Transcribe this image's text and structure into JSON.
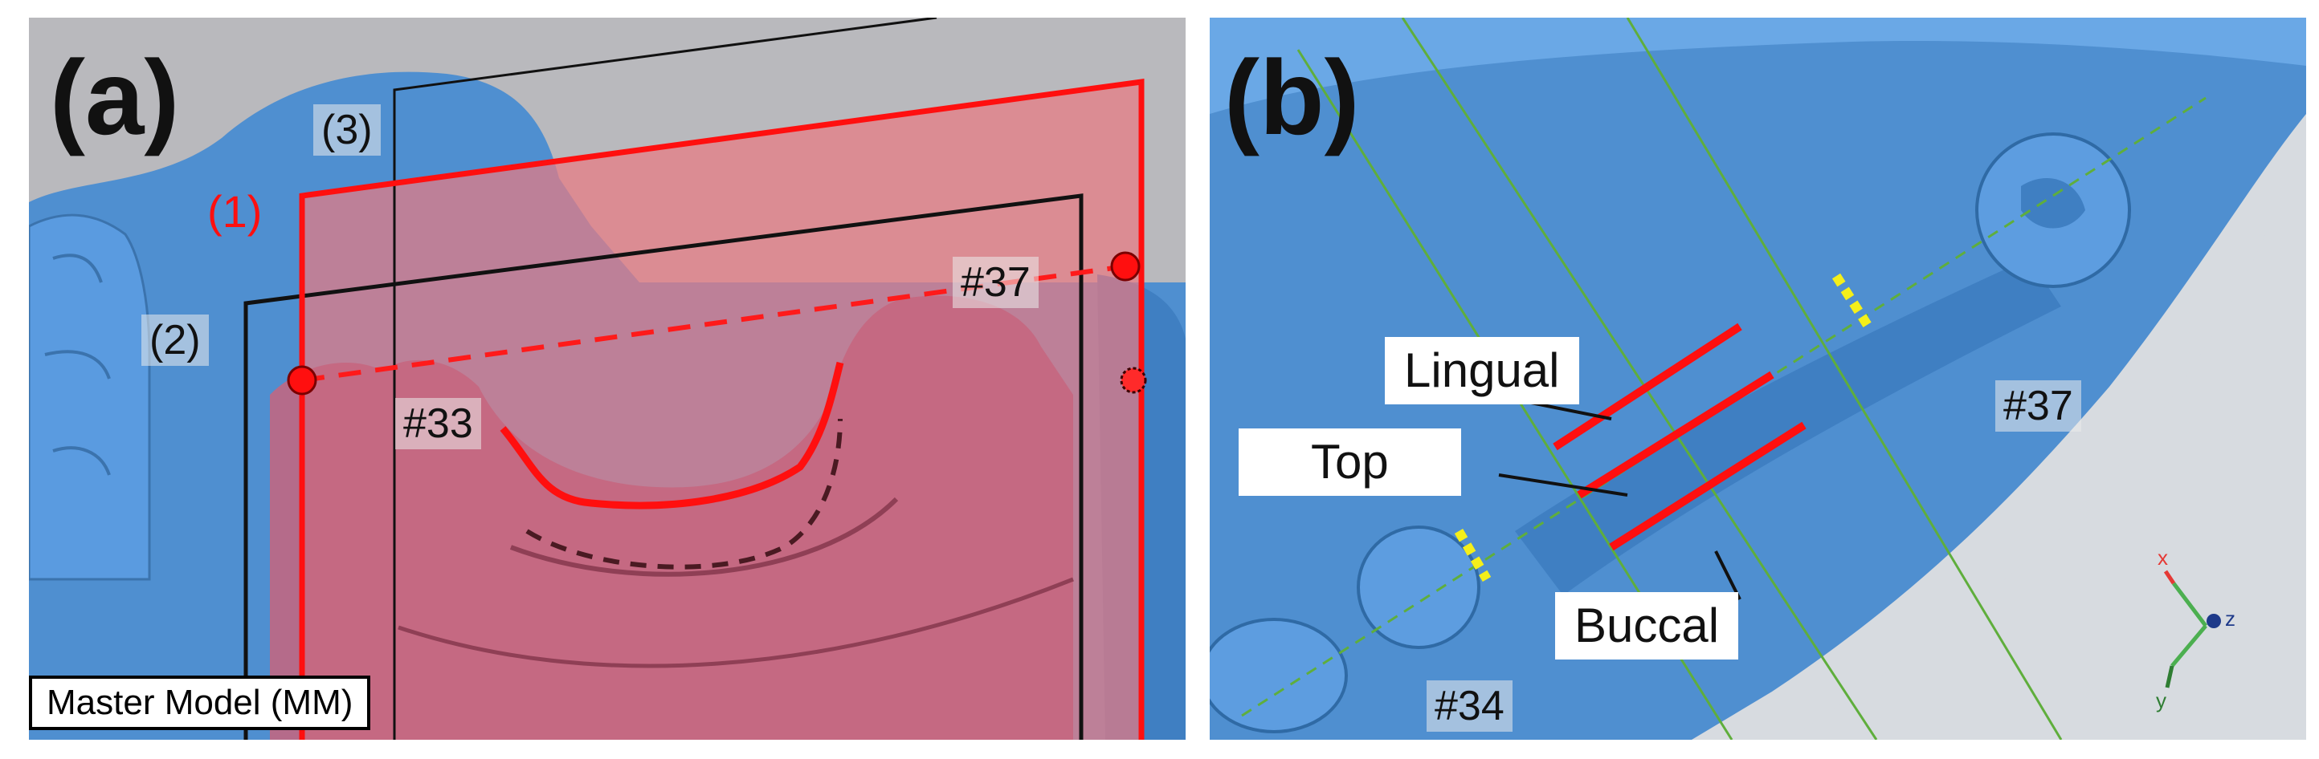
{
  "panel_a": {
    "label": "(a)",
    "plane_1_label": "(1)",
    "plane_2_label": "(2)",
    "plane_3_label": "(3)",
    "tooth_33_label": "#33",
    "tooth_37_label": "#37",
    "model_caption": "Master Model (MM)"
  },
  "panel_b": {
    "label": "(b)",
    "lingual_label": "Lingual",
    "top_label": "Top",
    "buccal_label": "Buccal",
    "tooth_34_label": "#34",
    "tooth_37_label": "#37",
    "axis_x": "x",
    "axis_y": "y",
    "axis_z": "z"
  },
  "colors": {
    "model_blue": "#4f8fd0",
    "plane_red": "#ff0f0f",
    "plane_fill": "#e87a82",
    "guide_green": "#5fae3c",
    "marker_yellow": "#f4ef1a"
  }
}
